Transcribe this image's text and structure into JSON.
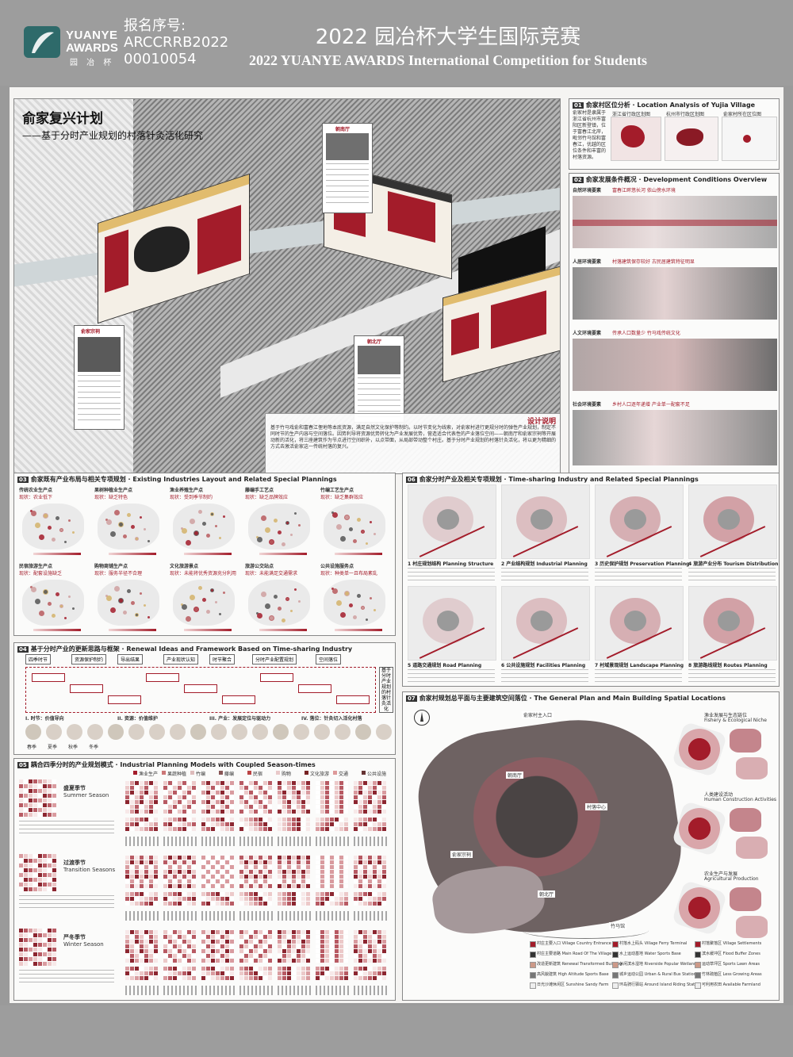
{
  "header": {
    "logo_line1": "YUANYE",
    "logo_line2": "AWARDS",
    "logo_line3": "园 冶 杯",
    "serial_label": "报名序号:",
    "serial_code1": "ARCCRRB2022",
    "serial_code2": "00010054",
    "title_cn": "2022 园冶杯大学生国际竞赛",
    "title_en": "2022 YUANYE AWARDS International Competition for  Students"
  },
  "main": {
    "title": "俞家复兴计划",
    "subtitle": "——基于分时产业规划的村落针灸活化研究",
    "labels": [
      "朝南厅",
      "俞家宗祠",
      "朝北厅"
    ],
    "design_label": "设计说明",
    "design_text": "基于竹马戏俞和富春江俚地等本底资源，满足自然文化保护等制约。以时节变化为线索，对俞家村进行更规分时的弹性产业规划，制定不同时节的生产内容与空间落位。因势利导将资源优势转化为产业发展优势，营造适合代表性的产业落位空间——朝南厅和俞家宗祠等开展动新的活化，将三座建筑作为节点进行空间织补，以点带面，从局部带动整个村庄。基于分时产业规划的村落针灸活化，将以更为精细的方式去激活俞家这一传统村落的复兴。"
  },
  "panel01": {
    "title_num": "01",
    "title": "俞家村区位分析 · Location Analysis of Yujia Village",
    "text": "俞家村是隶属于浙江省杭州市富阳区新登镇，位于富春江北岸，毗邻竹马馆和富春江，优越的区位条件和丰富的村落资源。",
    "map_labels": [
      "浙江省行政区划图",
      "杭州市行政区划图",
      "俞家村所在区位图"
    ]
  },
  "panel02": {
    "title_num": "02",
    "title": "俞家发展条件概况 · Development Conditions Overview",
    "rows": [
      {
        "label": "自然环境要素",
        "note": "富春江畔悠长河  依山傍水环境"
      },
      {
        "label": "人居环境要素",
        "note": "村落建筑保存较好  古民居建筑特征明显"
      },
      {
        "label": "人文环境要素",
        "note": "传承人口数量少  竹马戏传统文化"
      },
      {
        "label": "社会环境要素",
        "note": "乡村人口逐年递增  产业单一配套不足"
      }
    ]
  },
  "panel03": {
    "title_num": "03",
    "title": "俞家既有产业布局与相关专项规划 · Existing Industries Layout and Related Special Plannings",
    "row1": [
      {
        "name": "传统农业生产点",
        "note": "现状：农业低下"
      },
      {
        "name": "果树种植业生产点",
        "note": "现状：缺乏特色"
      },
      {
        "name": "渔业养殖生产点",
        "note": "现状：受到季节制约"
      },
      {
        "name": "藤编手工艺点",
        "note": "现状：缺乏品牌效应"
      },
      {
        "name": "竹编工艺生产点",
        "note": "现状：缺乏集群效应"
      }
    ],
    "row2": [
      {
        "name": "民宿旅游生产点",
        "note": "现状：配套设施缺乏"
      },
      {
        "name": "购物商铺生产点",
        "note": "现状：服务半径不合理"
      },
      {
        "name": "文化旅游景点",
        "note": "现状：未能将优秀资源充分利用"
      },
      {
        "name": "旅游公交站点",
        "note": "现状：未能满足交通需求"
      },
      {
        "name": "公共设施服务点",
        "note": "现状：种类单一且布局紊乱"
      }
    ]
  },
  "panel04": {
    "title_num": "04",
    "title": "基于分时产业的更新思路与框架 · Renewal Ideas and Framework Based on Time-sharing Industry",
    "headers": [
      "四季时节",
      "资源保护制约",
      "导出结果",
      "产业现状认知",
      "时节聚合",
      "分时产业配置规划",
      "空间落位"
    ],
    "side_text": "基于分时产业规划的村落针灸活化",
    "steps": [
      "I. 时节：价值导向",
      "II. 资源：价值维护",
      "III. 产业：发展定位与驱动力",
      "IV. 落位：针灸切入活化村落"
    ],
    "seasons": [
      "春季",
      "夏季",
      "秋季",
      "冬季"
    ]
  },
  "panel05": {
    "title_num": "05",
    "title": "耦合四季分时的产业规划模式 · Industrial Planning Models with Coupled Season-times",
    "legend": [
      "渔业生产",
      "果蔬种植",
      "竹编",
      "藤编",
      "民宿",
      "购物",
      "文化旅游",
      "交通",
      "公共设施"
    ],
    "seasons": [
      {
        "cn": "盛夏季节",
        "en": "Summer Season"
      },
      {
        "cn": "过渡季节",
        "en": "Transition Seasons"
      },
      {
        "cn": "严冬季节",
        "en": "Winter Season"
      }
    ]
  },
  "panel06": {
    "title_num": "06",
    "title": "俞家分时产业及相关专项规划 · Time-sharing Industry and Related Special Plannings",
    "items": [
      "1 村庄规划结构 Planning Structure",
      "2 产业结构规划 Industrial Planning",
      "3 历史保护规划 Preservation Planning",
      "4 旅游产业分布 Tourism Distribution",
      "5 道路交通规划 Road Planning",
      "6 公共设施规划 Facilities Planning",
      "7 村域景观规划 Landscape Planning",
      "8 旅游路线规划 Routes Planning"
    ]
  },
  "panel07": {
    "title_num": "07",
    "title": "俞家村规划总平面与主要建筑空间落位 · The General Plan and Main Building Spatial Locations",
    "side_labels": [
      {
        "cn": "渔业发展与生态链位",
        "en": "Fishery & Ecological Niche"
      },
      {
        "cn": "人类建设活动",
        "en": "Human Construction Activities"
      },
      {
        "cn": "农业生产与发展",
        "en": "Agricultural Production"
      }
    ],
    "map_labels": [
      "俞家村主入口",
      "朝南厅",
      "俞家宗祠",
      "村落中心",
      "朝北厅",
      "竹马馆"
    ],
    "legend": [
      "村庄主要入口 Village Country Entrance",
      "村庄主要道路 Main Road Of The Village",
      "改造更新建筑 Renewal Transformed Building",
      "高风貌建筑 High Altitude Sports Base",
      "日光沙滩休闲区 Sunshine Sandy Farm",
      "村落水上码头 Village Ferry Terminal",
      "水上运动基地 Water Sports Base",
      "休闲滨水湿地 Riverside Popular Wetland",
      "城乡运动公园 Urban & Rural Bus Station",
      "环岛骑行驿站 Around Island Riding Station",
      "村落聚落区 Village Settlements",
      "滨水缓冲区 Flood Buffer Zones",
      "运动草坪区 Sports Lawn Areas",
      "竹林疏植区 Less Growing Areas",
      "可利用农田 Available Farmland"
    ]
  }
}
